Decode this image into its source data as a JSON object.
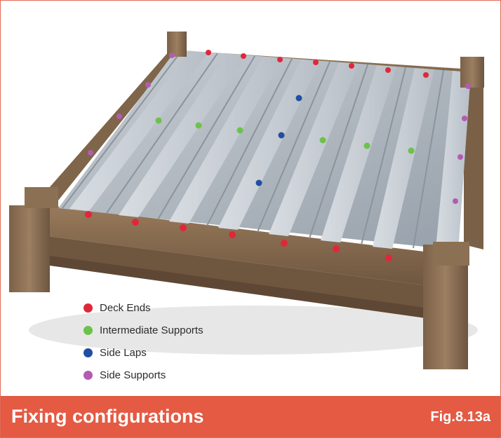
{
  "figure": {
    "title": "Fixing configurations",
    "reference": "Fig.8.13a"
  },
  "legend": [
    {
      "label": "Deck Ends",
      "color": "#e0273a"
    },
    {
      "label": "Intermediate Supports",
      "color": "#6cc24a"
    },
    {
      "label": "Side Laps",
      "color": "#1f4fa3"
    },
    {
      "label": "Side Supports",
      "color": "#b35bb4"
    }
  ],
  "colors": {
    "accent": "#e45a43",
    "steel": "#a7aeb6",
    "frame": "#8b6f52"
  }
}
